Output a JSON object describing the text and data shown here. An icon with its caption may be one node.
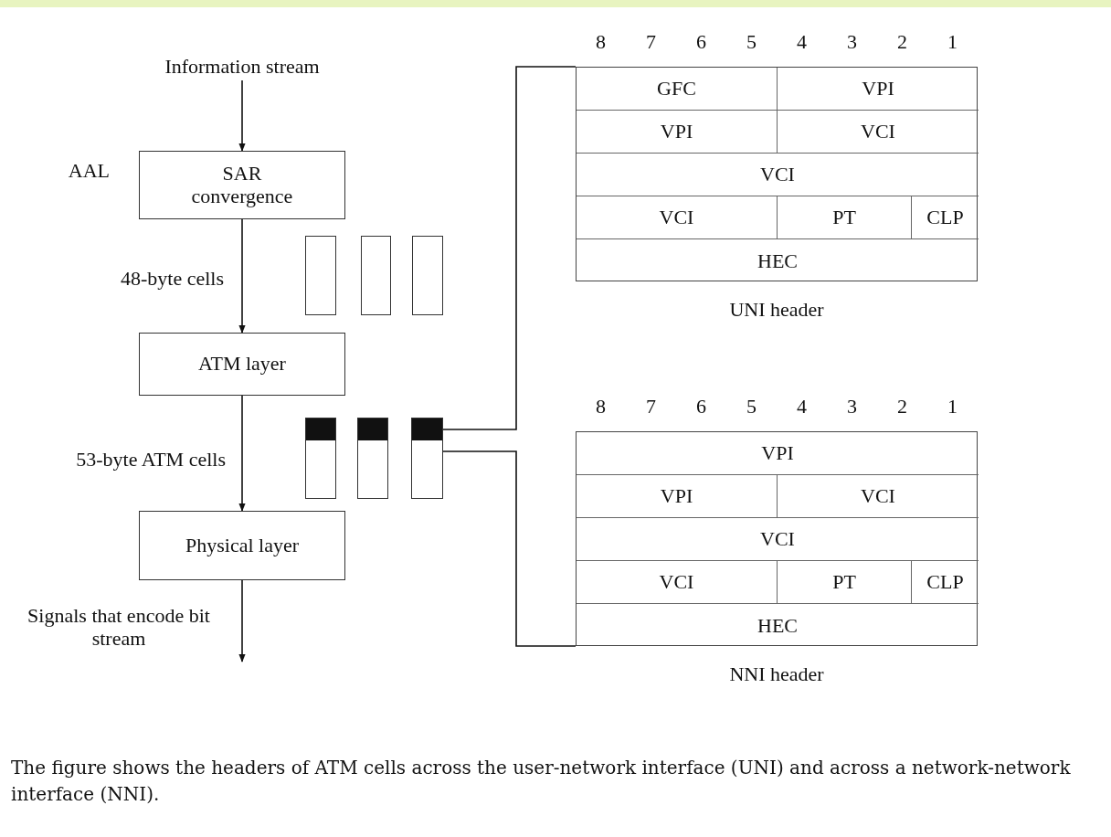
{
  "diagram": {
    "caption": "The figure shows the headers of ATM cells across the user-network interface (UNI) and across a network-network interface (NNI).",
    "nodes": [
      {
        "text": [
          "Information stream"
        ]
      },
      {
        "text": [
          "SAR convergence"
        ],
        "beside": [
          "AAL"
        ]
      },
      {
        "text": [
          "ATM layer"
        ]
      },
      {
        "text": [
          "Physical layer"
        ]
      },
      {
        "text": [],
        "shape": "box"
      },
      {
        "text": [],
        "shape": "box"
      },
      {
        "text": [],
        "shape": "box"
      },
      {
        "text": [],
        "shape": "box"
      },
      {
        "text": [],
        "shape": "box"
      },
      {
        "text": [],
        "shape": "box"
      },
      {
        "text": [
          "UNI header"
        ]
      },
      {
        "text": [
          "GFC"
        ],
        "in": 10
      },
      {
        "text": [
          "VPI"
        ],
        "in": 10
      },
      {
        "text": [
          "VPI"
        ],
        "in": 10
      },
      {
        "text": [
          "VCI"
        ],
        "in": 10
      },
      {
        "text": [
          "VCI"
        ],
        "in": 10
      },
      {
        "text": [
          "VCI"
        ],
        "in": 10
      },
      {
        "text": [
          "PT"
        ],
        "in": 10
      },
      {
        "text": [
          "CLP"
        ],
        "in": 10
      },
      {
        "text": [
          "HEC"
        ],
        "in": 10
      },
      {
        "text": [
          "NNI header"
        ]
      },
      {
        "text": [
          "VPI"
        ],
        "in": 20
      },
      {
        "text": [
          "VPI"
        ],
        "in": 20
      },
      {
        "text": [
          "VCI"
        ],
        "in": 20
      },
      {
        "text": [
          "VCI"
        ],
        "in": 20
      },
      {
        "text": [
          "VCI"
        ],
        "in": 20
      },
      {
        "text": [
          "PT"
        ],
        "in": 20
      },
      {
        "text": [
          "CLP"
        ],
        "in": 20
      },
      {
        "text": [
          "HEC"
        ],
        "in": 20
      }
    ],
    "edges": [
      {
        "from": 0,
        "to": 1,
        "arrow": "to"
      },
      {
        "from": 1,
        "to": 2,
        "arrow": "to",
        "label": "48-byte cells"
      },
      {
        "from": 2,
        "to": 3,
        "arrow": "to",
        "label": "53-byte ATM cells"
      },
      {
        "from": 3,
        "to": null,
        "arrow": "to",
        "label": "Signals that encode bit stream"
      },
      {
        "from": 9,
        "to": 10,
        "arrow": "none"
      },
      {
        "from": 9,
        "to": 20,
        "arrow": "none"
      }
    ],
    "labels": [
      "8",
      "7",
      "6",
      "5",
      "4",
      "3",
      "2",
      "1",
      "8",
      "7",
      "6",
      "5",
      "4",
      "3",
      "2",
      "1"
    ]
  }
}
